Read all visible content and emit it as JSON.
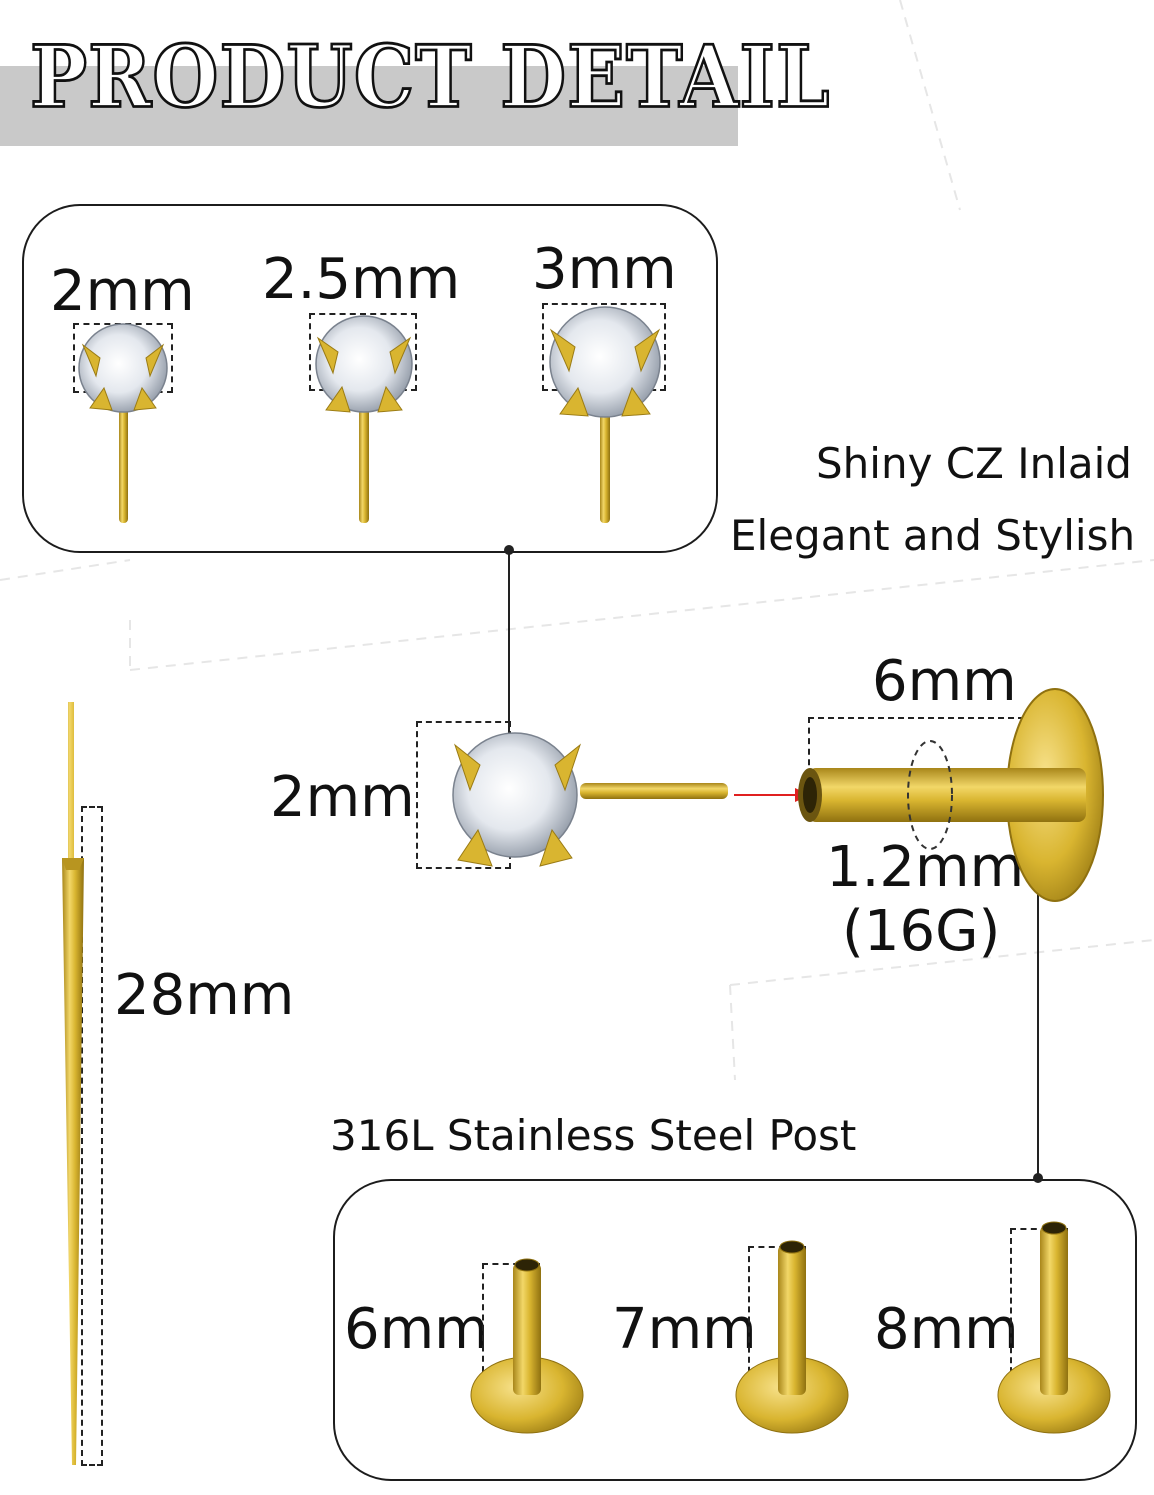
{
  "header": {
    "title": "PRODUCT DETAIL"
  },
  "gem_sizes": {
    "items": [
      {
        "label": "2mm"
      },
      {
        "label": "2.5mm"
      },
      {
        "label": "3mm"
      }
    ]
  },
  "features": {
    "line1": "Shiny CZ Inlaid",
    "line2": "Elegant and Stylish"
  },
  "main_diagram": {
    "gem_size": "2mm",
    "post_length": "6mm",
    "gauge_line1": "1.2mm",
    "gauge_line2": "(16G)",
    "pin_length": "28mm"
  },
  "post_section": {
    "title": "316L Stainless Steel Post",
    "items": [
      {
        "label": "6mm"
      },
      {
        "label": "7mm"
      },
      {
        "label": "8mm"
      }
    ]
  },
  "colors": {
    "gold": "#d9b530",
    "gold_dark": "#a8861a",
    "arrow": "#e02020",
    "band": "#c9c9c9"
  }
}
